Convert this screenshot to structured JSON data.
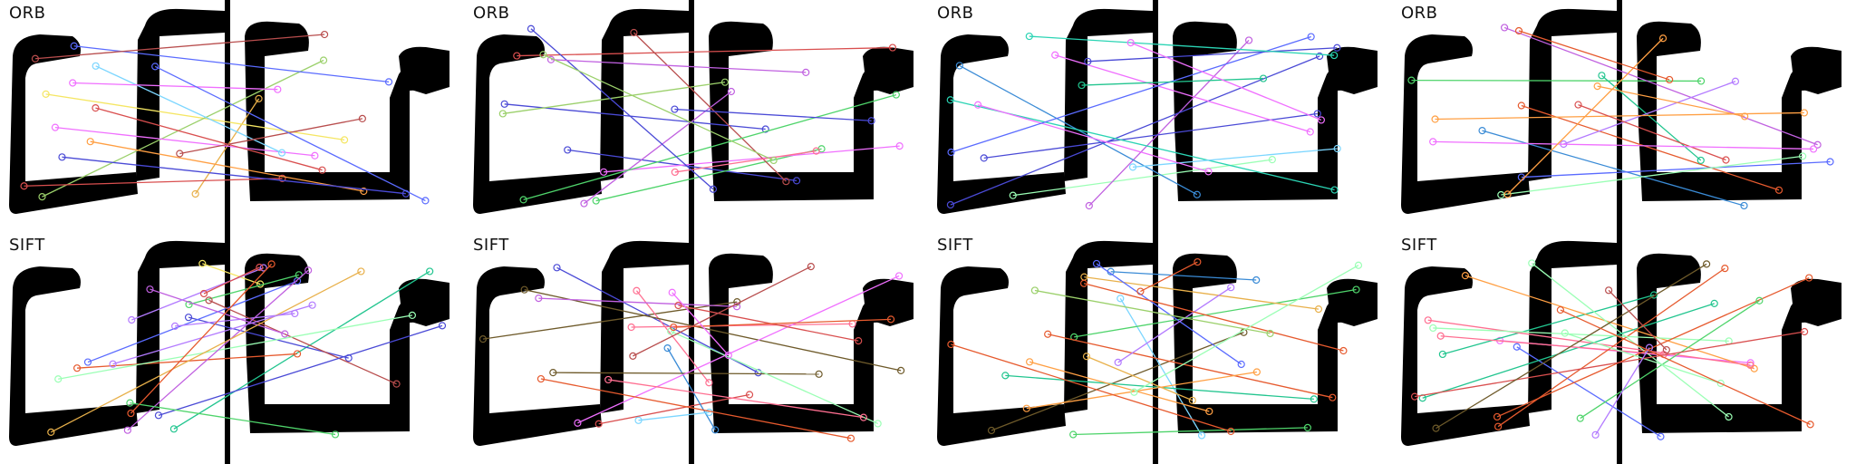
{
  "grid": {
    "rows": [
      {
        "label": "ORB",
        "panels": [
          0,
          1,
          2,
          3
        ]
      },
      {
        "label": "SIFT",
        "panels": [
          0,
          1,
          2,
          3
        ]
      }
    ]
  },
  "colors": {
    "background": "#ffffff",
    "shape": "#000000",
    "match_palette": [
      "#ff6f91",
      "#7cd6ff",
      "#b37bff",
      "#4fd46b",
      "#f5e663",
      "#ff9f43",
      "#5a6bff",
      "#2bd4b4",
      "#d94f4f",
      "#9bd06b",
      "#c060e0",
      "#3a8bd6",
      "#f06fff",
      "#6e5a2a",
      "#22c58f",
      "#e65a2e",
      "#9bffb5",
      "#4a4ad6",
      "#e8b04a",
      "#b84d4d"
    ]
  }
}
